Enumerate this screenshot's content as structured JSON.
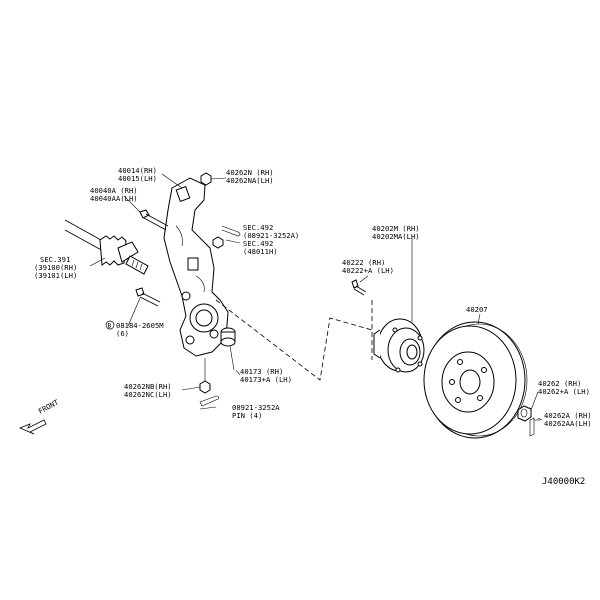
{
  "labels": {
    "knuckle_rh": "40014(RH)",
    "knuckle_lh": "40015(LH)",
    "nut_top_rh": "40262N (RH)",
    "nut_top_lh": "40262NA(LH)",
    "bolt_rh": "40040A (RH)",
    "bolt_lh": "40040AA(LH)",
    "sec492a": "SEC.492",
    "sec492a_sub": "(08921-3252A)",
    "sec492b": "SEC.492",
    "sec492b_sub": "(48011H)",
    "sec391": "SEC.391",
    "sec391_rh": "(39100(RH)",
    "sec391_lh": "(39101(LH)",
    "bolt_b": "08184-2605M",
    "bolt_b_qty": "(6)",
    "nut_low_rh": "40262NB(RH)",
    "nut_low_lh": "40262NC(LH)",
    "pin": "08921-3252A",
    "pin_qty": "PIN (4)",
    "seal_rh": "40173 (RH)",
    "seal_lh": "40173+A (LH)",
    "hub_rh": "40202M (RH)",
    "hub_lh": "40202MA(LH)",
    "stud_rh": "40222 (RH)",
    "stud_lh": "40222+A (LH)",
    "rotor": "40207",
    "hubnut_rh": "40262 (RH)",
    "hubnut_lh": "40262+A (LH)",
    "cotter_rh": "40262A (RH)",
    "cotter_lh": "40262AA(LH)",
    "front": "FRONT",
    "diagram_code": "J40000K2"
  },
  "icons": {
    "front_arrow": "front-arrow-icon",
    "bolt_marker": "circled-b-icon"
  }
}
